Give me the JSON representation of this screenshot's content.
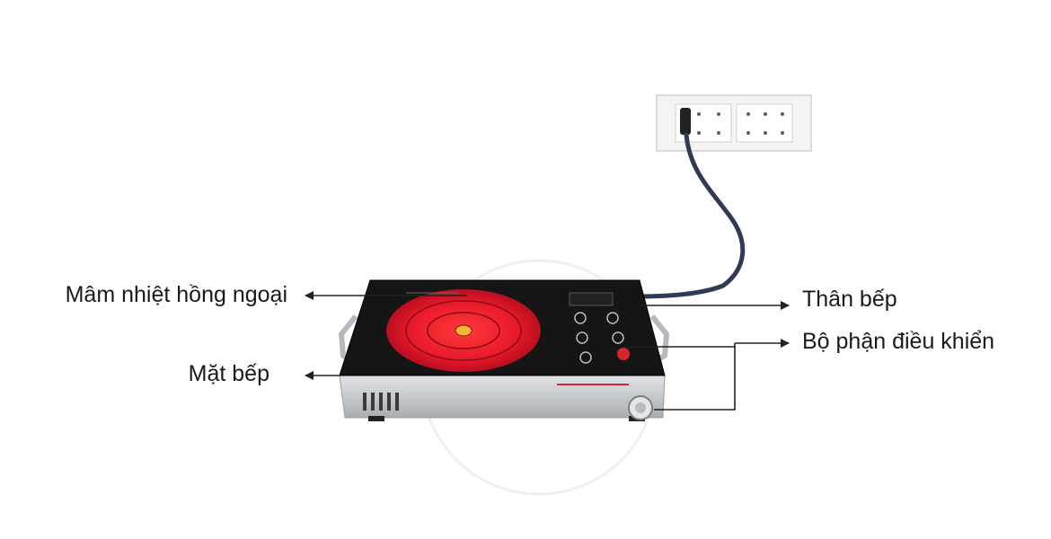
{
  "labels": {
    "heating_plate": "Mâm nhiệt hồng ngoại",
    "cooktop_surface": "Mặt bếp",
    "stove_body": "Thân bếp",
    "control_unit": "Bộ phận điều khiển"
  },
  "colors": {
    "glass_top": "#151515",
    "heating_zone": "#e8192c",
    "steel_body": "#c9ccd0",
    "cord": "#2f3a55",
    "socket_plate": "#f4f4f2",
    "arrow": "#222222"
  },
  "icons": [
    "wall-socket-icon",
    "power-cord-icon",
    "infrared-cooker-icon",
    "control-knob-icon"
  ]
}
